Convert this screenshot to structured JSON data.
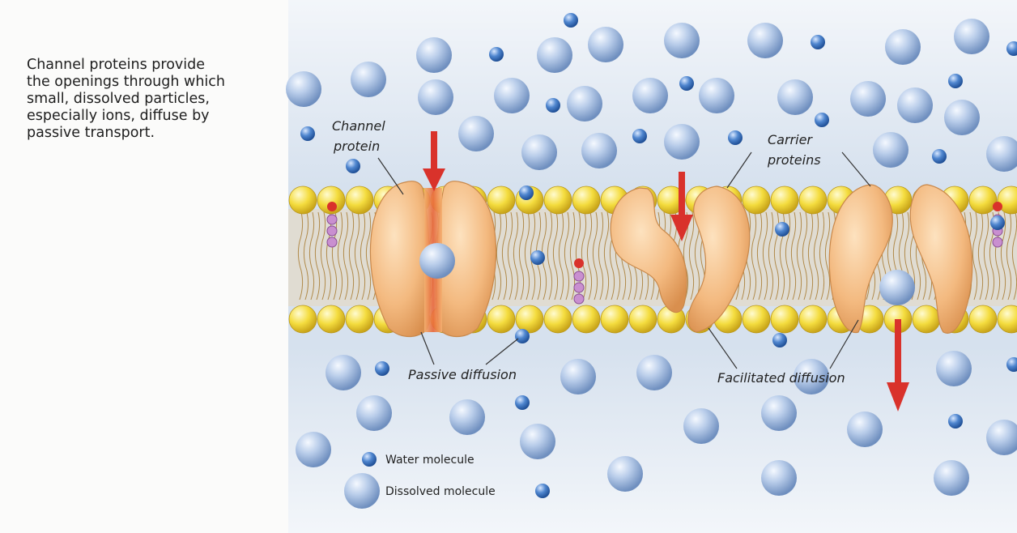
{
  "caption": {
    "lines": [
      "Channel proteins provide",
      "the openings through which",
      "small, dissolved particles,",
      "especially ions, diffuse by",
      "passive transport."
    ]
  },
  "labels": {
    "channel_protein": [
      "Channel",
      "protein"
    ],
    "carrier_proteins": [
      "Carrier",
      "proteins"
    ],
    "passive_diffusion": "Passive diffusion",
    "facilitated_diffusion": "Facilitated diffusion"
  },
  "legend": {
    "water": "Water molecule",
    "dissolved": "Dissolved molecule"
  },
  "colors": {
    "background": "#dfe7f1",
    "lipid_head": "#f2d73a",
    "protein": "#f2b87c",
    "arrow": "#d9322b",
    "molecule": "#9fbbe0"
  }
}
